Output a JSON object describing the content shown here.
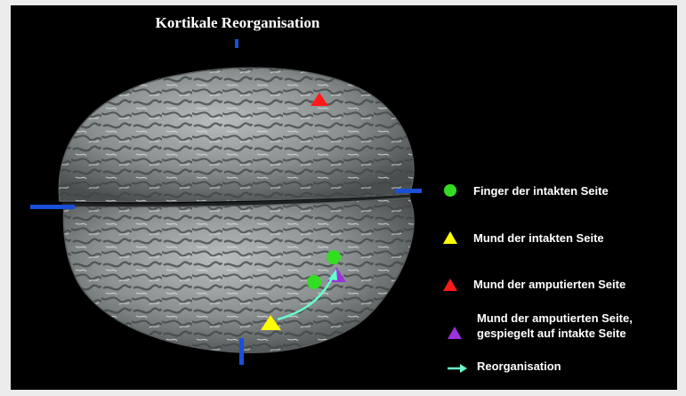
{
  "title": "Kortikale Reorganisation",
  "colors": {
    "background": "#000000",
    "outer": "#ececec",
    "axis_marker": "#1a4fd8",
    "finger": "#33dd22",
    "mouth_intact": "#ffff00",
    "mouth_amputated": "#ff1a1a",
    "mouth_mirrored": "#9933dd",
    "arrow": "#66ffcc",
    "brain": "#8a8f90"
  },
  "legend": {
    "finger": {
      "label": "Finger der intakten Seite",
      "icon": "green-circle"
    },
    "mouth_intact": {
      "label": "Mund der intakten Seite",
      "icon": "yellow-triangle"
    },
    "mouth_amputated": {
      "label": "Mund der amputierten Seite",
      "icon": "red-triangle"
    },
    "mouth_mirrored": {
      "label_line1": "Mund der amputierten Seite,",
      "label_line2": "gespiegelt auf intakte Seite",
      "icon": "purple-triangle"
    },
    "reorganisation": {
      "label": "Reorganisation",
      "icon": "cyan-arrow"
    }
  }
}
